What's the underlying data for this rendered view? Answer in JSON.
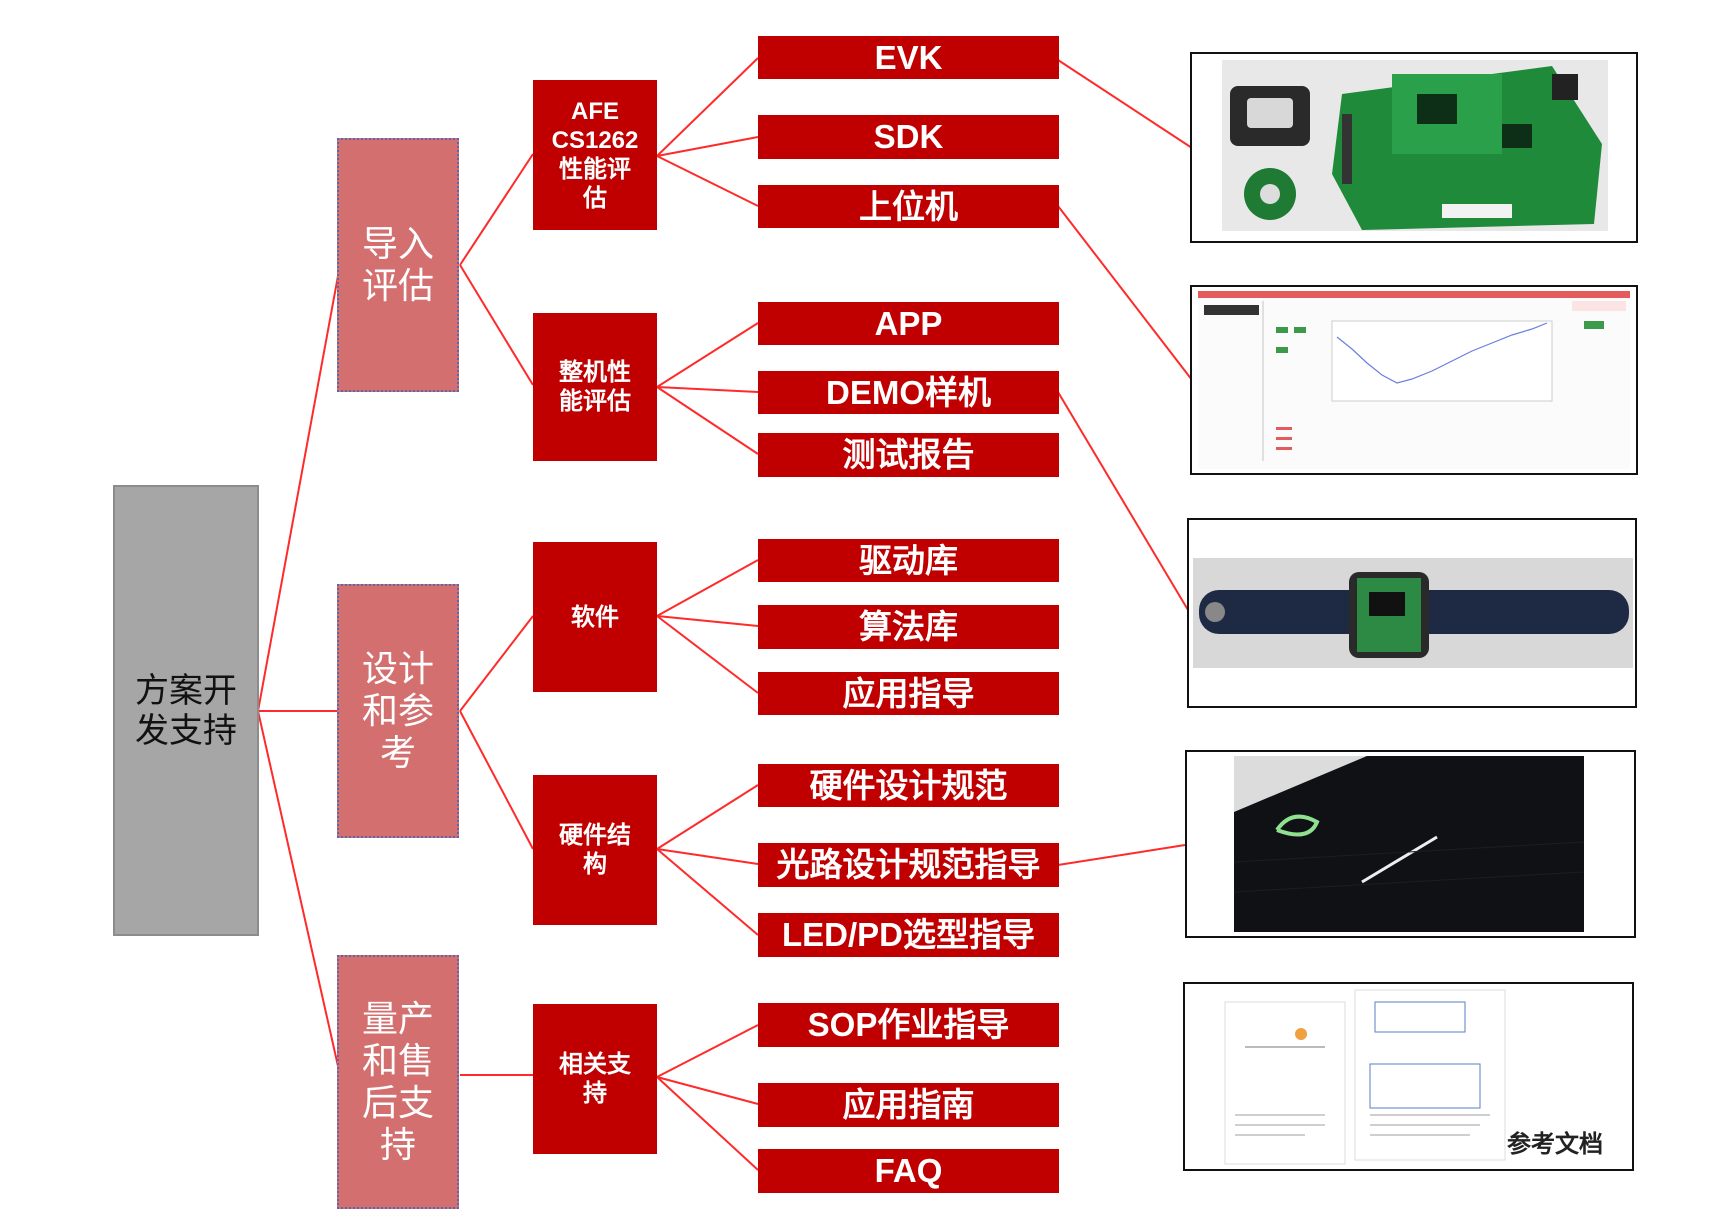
{
  "root": {
    "label": "方案开\n发支持"
  },
  "categories": [
    {
      "label": "导入\n评估"
    },
    {
      "label": "设计\n和参\n考"
    },
    {
      "label": "量产\n和售\n后支\n持"
    }
  ],
  "groups": [
    {
      "label": "AFE\nCS1262\n性能评\n估"
    },
    {
      "label": "整机性\n能评估"
    },
    {
      "label": "软件"
    },
    {
      "label": "硬件结\n构"
    },
    {
      "label": "相关支\n持"
    }
  ],
  "leaves": [
    {
      "label": "EVK"
    },
    {
      "label": "SDK"
    },
    {
      "label": "上位机"
    },
    {
      "label": "APP"
    },
    {
      "label": "DEMO样机"
    },
    {
      "label": "测试报告"
    },
    {
      "label": "驱动库"
    },
    {
      "label": "算法库"
    },
    {
      "label": "应用指导"
    },
    {
      "label": "硬件设计规范"
    },
    {
      "label": "光路设计规范指导"
    },
    {
      "label": "LED/PD选型指导"
    },
    {
      "label": "SOP作业指导"
    },
    {
      "label": "应用指南"
    },
    {
      "label": "FAQ"
    }
  ],
  "images": {
    "reference_docs_caption": "参考文档"
  },
  "colors": {
    "root_fill": "#a6a6a6",
    "category_fill": "#d36f6f",
    "group_fill": "#c00000",
    "leaf_fill": "#c00000",
    "connector": "#ff2a2a"
  }
}
